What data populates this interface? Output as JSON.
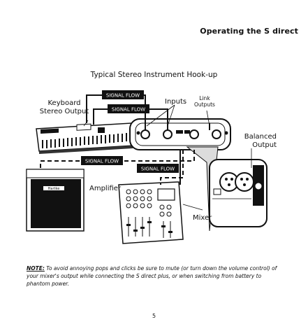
{
  "header": {
    "title": "Operating the S direct"
  },
  "figure": {
    "title": "Typical Stereo Instrument Hook-up",
    "signal_flow_label": "SIGNAL FLOW",
    "labels": {
      "keyboard": "Keyboard\nStereo Output",
      "inputs": "Inputs",
      "link_outputs": "Link\nOutputs",
      "balanced_output": "Balanced\nOutput",
      "amplifier": "Amplifier",
      "mixer": "Mixer"
    },
    "amp_brand": "Hartke"
  },
  "note": {
    "prefix": "NOTE:",
    "text": " To avoid annoying pops and clicks be sure to mute (or turn down the volume control) of your mixer's output while connecting the S direct plus, or when switching from battery to phantom power."
  },
  "page_number": "5"
}
